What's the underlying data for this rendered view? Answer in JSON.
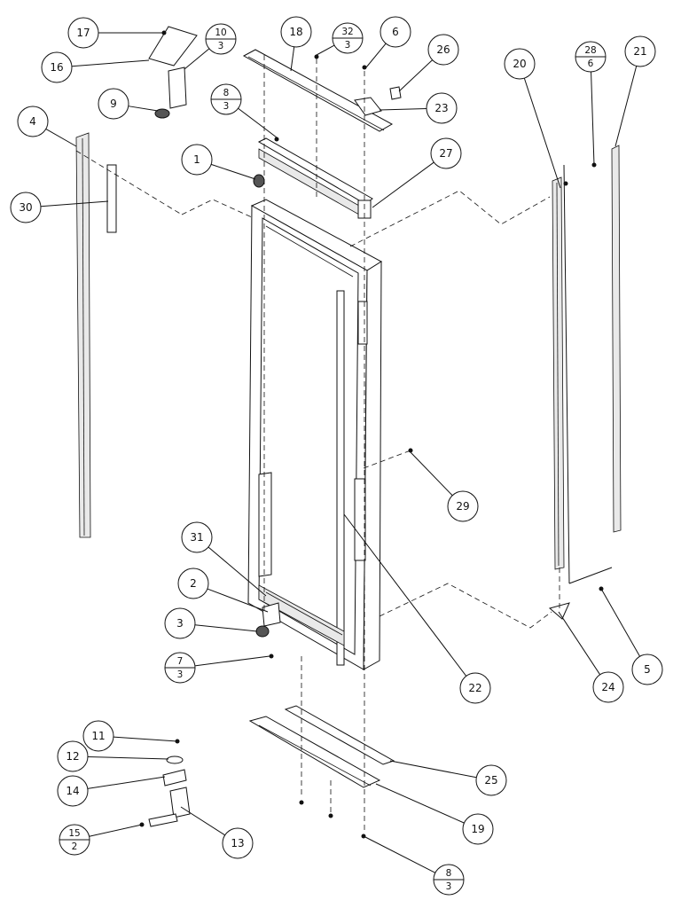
{
  "callouts": [
    {
      "id": "17",
      "label": "17"
    },
    {
      "id": "16",
      "label": "16"
    },
    {
      "id": "10-3",
      "num": "10",
      "den": "3"
    },
    {
      "id": "9",
      "label": "9"
    },
    {
      "id": "18",
      "label": "18"
    },
    {
      "id": "32-3",
      "num": "32",
      "den": "3"
    },
    {
      "id": "6",
      "label": "6"
    },
    {
      "id": "26",
      "label": "26"
    },
    {
      "id": "23",
      "label": "23"
    },
    {
      "id": "8-3-top",
      "num": "8",
      "den": "3"
    },
    {
      "id": "1",
      "label": "1"
    },
    {
      "id": "27",
      "label": "27"
    },
    {
      "id": "4",
      "label": "4"
    },
    {
      "id": "30",
      "label": "30"
    },
    {
      "id": "20",
      "label": "20"
    },
    {
      "id": "28-6",
      "num": "28",
      "den": "6"
    },
    {
      "id": "21",
      "label": "21"
    },
    {
      "id": "29",
      "label": "29"
    },
    {
      "id": "31",
      "label": "31"
    },
    {
      "id": "2",
      "label": "2"
    },
    {
      "id": "3",
      "label": "3"
    },
    {
      "id": "7-3",
      "num": "7",
      "den": "3"
    },
    {
      "id": "22",
      "label": "22"
    },
    {
      "id": "24",
      "label": "24"
    },
    {
      "id": "5",
      "label": "5"
    },
    {
      "id": "11",
      "label": "11"
    },
    {
      "id": "12",
      "label": "12"
    },
    {
      "id": "14",
      "label": "14"
    },
    {
      "id": "15-2",
      "num": "15",
      "den": "2"
    },
    {
      "id": "13",
      "label": "13"
    },
    {
      "id": "25",
      "label": "25"
    },
    {
      "id": "19",
      "label": "19"
    },
    {
      "id": "8-3-bottom",
      "num": "8",
      "den": "3"
    }
  ]
}
